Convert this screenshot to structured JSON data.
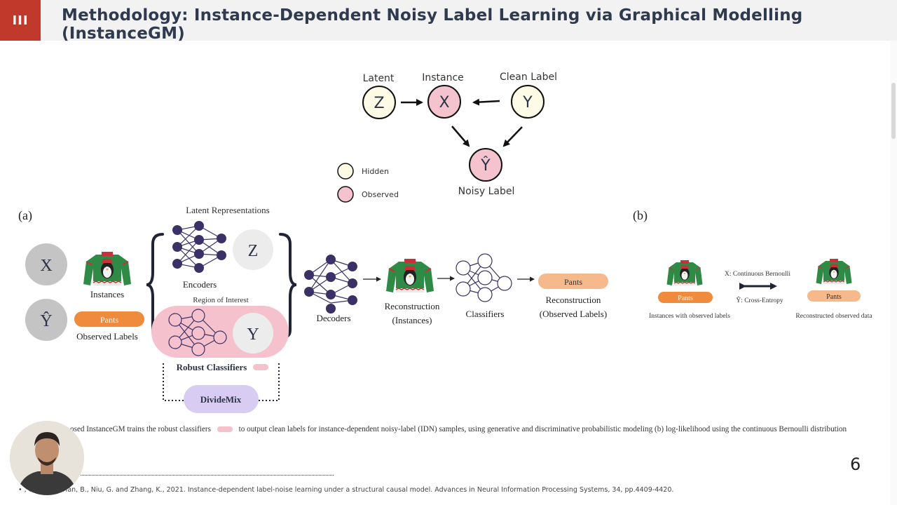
{
  "header": {
    "section_badge": "III",
    "title": "Methodology: Instance-Dependent Noisy Label Learning via Graphical Modelling (InstanceGM)"
  },
  "graphical_model": {
    "nodes": [
      {
        "id": "latent",
        "letter": "Z",
        "label": "Latent",
        "state": "hidden"
      },
      {
        "id": "instance",
        "letter": "X",
        "label": "Instance",
        "state": "observed"
      },
      {
        "id": "clean",
        "letter": "Y",
        "label": "Clean Label",
        "state": "hidden"
      },
      {
        "id": "noisy",
        "letter": "Ŷ",
        "label": "Noisy Label",
        "state": "observed"
      }
    ],
    "legend": {
      "hidden": "Hidden",
      "observed": "Observed"
    },
    "colors": {
      "hidden": "#fdfbe6",
      "observed": "#f5c3cd",
      "stroke": "#111111"
    }
  },
  "panel_a": {
    "marker": "(a)",
    "x_symbol": "X",
    "yhat_symbol": "Ŷ",
    "instances_label": "Instances",
    "pants_label": "Pants",
    "observed_labels": "Observed Labels",
    "latent_representations": "Latent Representations",
    "z_symbol": "Z",
    "encoders_label": "Encoders",
    "region_label": "Region of Interest",
    "y_symbol": "Y",
    "robust_classifiers": "Robust Classifiers",
    "dividemix": "DivideMix",
    "decoders_label": "Decoders",
    "reconstruction_line1": "Reconstruction",
    "reconstruction_line2": "(Instances)",
    "classifiers_label": "Classifiers",
    "recon_pants": "Pants",
    "recon_labels_line1": "Reconstruction",
    "recon_labels_line2": "(Observed Labels)"
  },
  "panel_b": {
    "marker": "(b)",
    "pants_left": "Pants",
    "pants_right": "Pants",
    "x_loss": "X: Continuous Bernoulli",
    "y_loss": "Ŷ: Cross-Entropy",
    "left_caption": "Instances with observed labels",
    "right_caption": "Reconstructed observed data"
  },
  "caption": {
    "part1": "osed InstanceGM trains the robust classifiers",
    "part2": "to output clean labels for instance-dependent noisy-label (IDN) samples, using generative and discriminative probabilistic modeling (b)  log-likelihood using the continuous Bernoulli distribution"
  },
  "reference": "•          , Gong, M., Han, B., Niu, G. and Zhang, K., 2021. Instance-dependent label-noise learning under a structural causal model. Advances in Neural Information Processing Systems, 34, pp.4409-4420.",
  "page_number": "6",
  "colors": {
    "accent": "#c0392b",
    "title": "#2f3a4f",
    "network": "#3b3166",
    "pants": "#f08a3c",
    "pants_light": "#f6b98c",
    "roi": "#f4c1cd",
    "dividemix": "#d9ccf2"
  }
}
